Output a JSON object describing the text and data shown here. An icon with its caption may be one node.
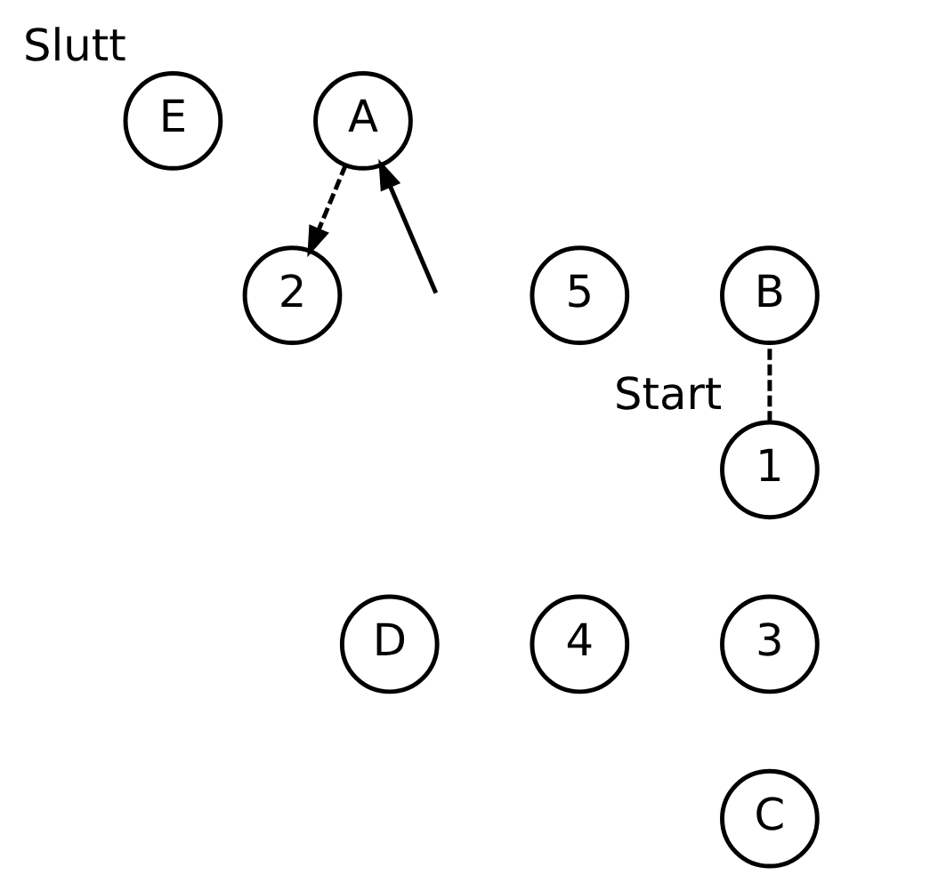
{
  "diagram": {
    "nodes": [
      {
        "text": [
          "E"
        ],
        "beside": [
          "Slutt"
        ]
      },
      {
        "text": [
          "A"
        ]
      },
      {
        "text": [
          "5"
        ]
      },
      {
        "text": [
          "B"
        ]
      },
      {
        "text": [
          "2"
        ]
      },
      {
        "text": [
          "1"
        ],
        "beside": [
          "Start"
        ]
      },
      {
        "text": [
          "D"
        ]
      },
      {
        "text": [
          "4"
        ]
      },
      {
        "text": [
          "3"
        ]
      },
      {
        "text": [
          "C"
        ]
      }
    ],
    "edges": [
      {
        "from": 5,
        "to": 3,
        "arrow": "none",
        "style": "dashed"
      },
      {
        "from": 1,
        "to": 4,
        "arrow": "to",
        "style": "dashed"
      },
      {
        "from": null,
        "to": 1,
        "arrow": "to"
      }
    ]
  }
}
